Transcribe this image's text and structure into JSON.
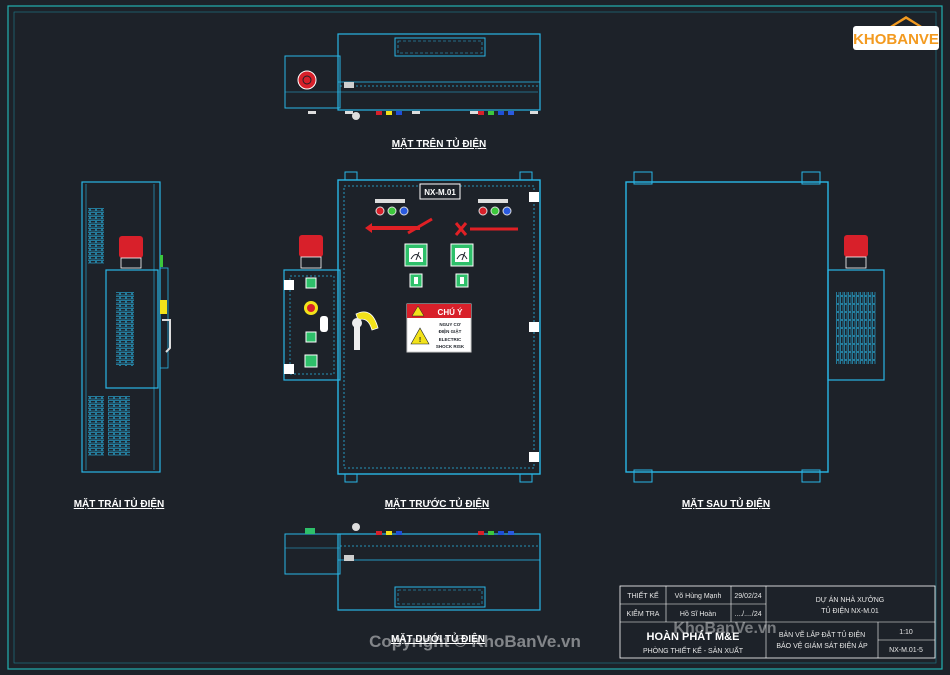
{
  "logo": {
    "text": "KHOBANVE"
  },
  "views": {
    "top": "MẶT TRÊN TỦ ĐIỆN",
    "left": "MẶT TRÁI TỦ ĐIỆN",
    "front": "MẶT TRƯỚC TỦ ĐIỆN",
    "back": "MẶT SAU TỦ ĐIỆN",
    "bottom": "MẶT DƯỚI TỦ ĐIỆN"
  },
  "panel": {
    "tag": "NX-M.01",
    "warning_title": "CHÚ Ý",
    "warning_lines": [
      "NGUY CƠ",
      "ĐIỆN GIẬT",
      "ELECTRIC",
      "SHOCK RISK"
    ]
  },
  "title_block": {
    "design_label": "THIẾT KẾ",
    "design_name": "Võ Hùng Mạnh",
    "design_date": "29/02/24",
    "check_label": "KIỂM TRA",
    "check_name": "Hồ Sĩ Hoàn",
    "check_date": "..../..../24",
    "company": "HOÀN PHÁT M&E",
    "department": "PHÒNG THIẾT KẾ - SẢN XUẤT",
    "project_line1": "DỰ ÁN NHÀ XƯỞNG",
    "project_line2": "TỦ ĐIỆN NX-M.01",
    "drawing_line1": "BẢN VẼ LẮP ĐẶT TỦ ĐIỆN",
    "drawing_line2": "BẢO VỆ GIÁM SÁT ĐIỆN ÁP",
    "scale": "1:10",
    "drawing_no": "NX-M.01-5"
  },
  "watermarks": {
    "copyright": "Copyright © KhoBanVe.vn",
    "site": "KhoBanVe.vn"
  },
  "colors": {
    "background": "#1d2229",
    "cabinet_outline": "#29b6e6",
    "frame": "#23b0b0",
    "beacon": "#d8202a",
    "arrow": "#e02025",
    "logo_orange": "#f39a1f"
  }
}
